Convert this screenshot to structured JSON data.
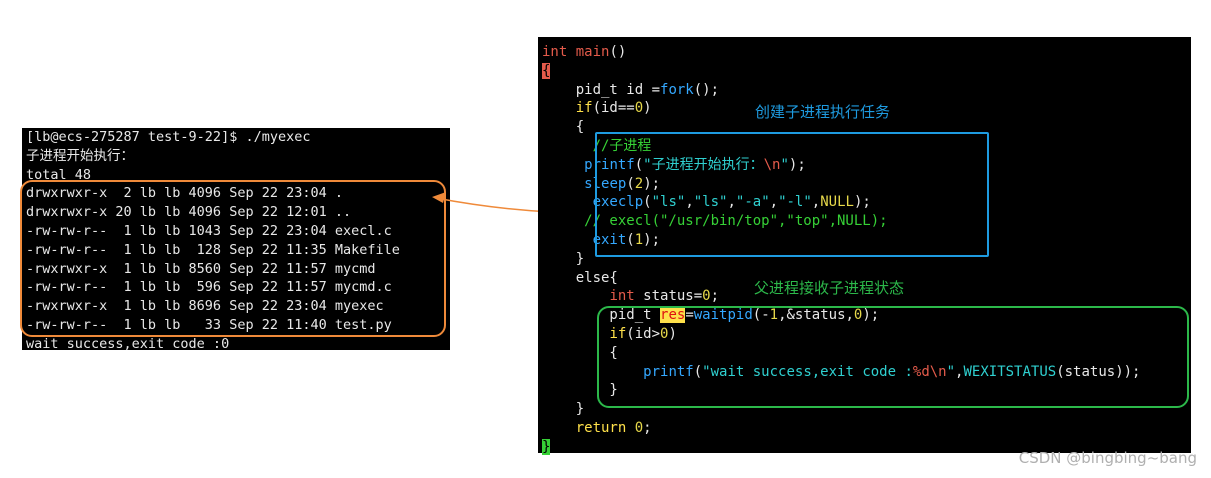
{
  "terminal": {
    "lines": [
      "[lb@ecs-275287 test-9-22]$ ./myexec",
      "子进程开始执行：",
      "total 48",
      "drwxrwxr-x  2 lb lb 4096 Sep 22 23:04 .",
      "drwxrwxr-x 20 lb lb 4096 Sep 22 12:01 ..",
      "-rw-rw-r--  1 lb lb 1043 Sep 22 23:04 execl.c",
      "-rw-rw-r--  1 lb lb  128 Sep 22 11:35 Makefile",
      "-rwxrwxr-x  1 lb lb 8560 Sep 22 11:57 mycmd",
      "-rw-rw-r--  1 lb lb  596 Sep 22 11:57 mycmd.c",
      "-rwxrwxr-x  1 lb lb 8696 Sep 22 23:04 myexec",
      "-rw-rw-r--  1 lb lb   33 Sep 22 11:40 test.py",
      "wait success,exit code :0"
    ]
  },
  "code": {
    "l01": {
      "a": "int",
      "b": " ",
      "c": "main",
      "d": "()"
    },
    "l02": {
      "a": "{"
    },
    "l03": {
      "a": "    pid_t id =",
      "b": "fork",
      "c": "();"
    },
    "l04": {
      "a": "    ",
      "b": "if",
      "c": "(id==",
      "d": "0",
      "e": ")"
    },
    "l05": {
      "a": "    {"
    },
    "l06": {
      "a": "      //子进程"
    },
    "l07": {
      "a": "     ",
      "b": "printf",
      "c": "(",
      "d": "\"子进程开始执行：",
      "e": "\\n",
      "f": "\"",
      "g": ");"
    },
    "l08": {
      "a": "     ",
      "b": "sleep",
      "c": "(",
      "d": "2",
      "e": ");"
    },
    "l09": {
      "a": "      ",
      "b": "execlp",
      "c": "(",
      "d": "\"ls\"",
      "e": ",",
      "f": "\"ls\"",
      "g": ",",
      "h": "\"-a\"",
      "i": ",",
      "j": "\"-l\"",
      "k": ",",
      "l": "NULL",
      "m": ");"
    },
    "l10": {
      "a": "     // execl(\"/usr/bin/top\",\"top\",NULL);"
    },
    "l11": {
      "a": "      ",
      "b": "exit",
      "c": "(",
      "d": "1",
      "e": ");"
    },
    "l12": {
      "a": "    }"
    },
    "l13": {
      "a": "    else{"
    },
    "l14": {
      "a": "        ",
      "b": "int",
      "c": " status=",
      "d": "0",
      "e": ";"
    },
    "l15": {
      "a": "        pid_t ",
      "b": "res",
      "c": "=",
      "d": "waitpid",
      "e": "(-",
      "f": "1",
      "g": ",&status,",
      "h": "0",
      "i": ");"
    },
    "l16": {
      "a": "        ",
      "b": "if",
      "c": "(id>",
      "d": "0",
      "e": ")"
    },
    "l17": {
      "a": "        {"
    },
    "l18": {
      "a": "            ",
      "b": "printf",
      "c": "(",
      "d": "\"wait success,exit code :",
      "e": "%d\\n",
      "f": "\"",
      "g": ",",
      "h": "WEXITSTATUS",
      "i": "(status));"
    },
    "l19": {
      "a": "        }"
    },
    "l20": {
      "a": "    }"
    },
    "l21": {
      "a": "    ",
      "b": "return",
      "c": " ",
      "d": "0",
      "e": ";"
    },
    "l22": {
      "a": "}"
    }
  },
  "annotations": {
    "child_note": "创建子进程执行任务",
    "parent_note": "父进程接收子进程状态"
  },
  "watermark": "CSDN @bingbing~bang",
  "colors": {
    "child_box": "#1e9be0",
    "parent_box": "#2cb84a",
    "terminal_box": "#ef8a3a",
    "arrow": "#ef8a3a"
  }
}
